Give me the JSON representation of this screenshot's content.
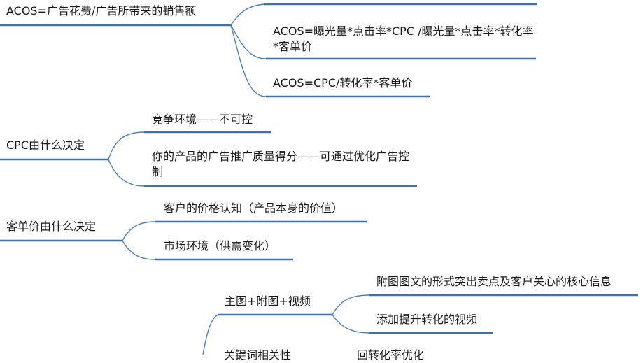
{
  "colors": {
    "branch_line": "#4f7fbf",
    "underline": "#3d6fb6",
    "text": "#1a1a1a",
    "background": "#ffffff"
  },
  "nodes": {
    "acos_root": "ACOS=广告花费/广告所带来的销售额",
    "acos_formula_1": "ACOS=曝光量*点击率*CPC /曝光量*点击率*转化率*客单价",
    "acos_formula_2": "ACOS=CPC/转化率*客单价",
    "cpc_root": "CPC由什么决定",
    "cpc_child_1": "竞争环境——不可控",
    "cpc_child_2": "你的产品的广告推广质量得分——可通过优化广告控制",
    "price_root": "客单价由什么决定",
    "price_child_1": "客户的价格认知（产品本身的价值）",
    "price_child_2": "市场环境（供需变化）",
    "main_image_node": "主图+附图+视频",
    "main_image_child_1": "附图图文的形式突出卖点及客户关心的核心信息",
    "main_image_child_2": "添加提升转化的视频",
    "keyword_node": "关键词相关性",
    "keyword_child": "回转化率优化"
  }
}
